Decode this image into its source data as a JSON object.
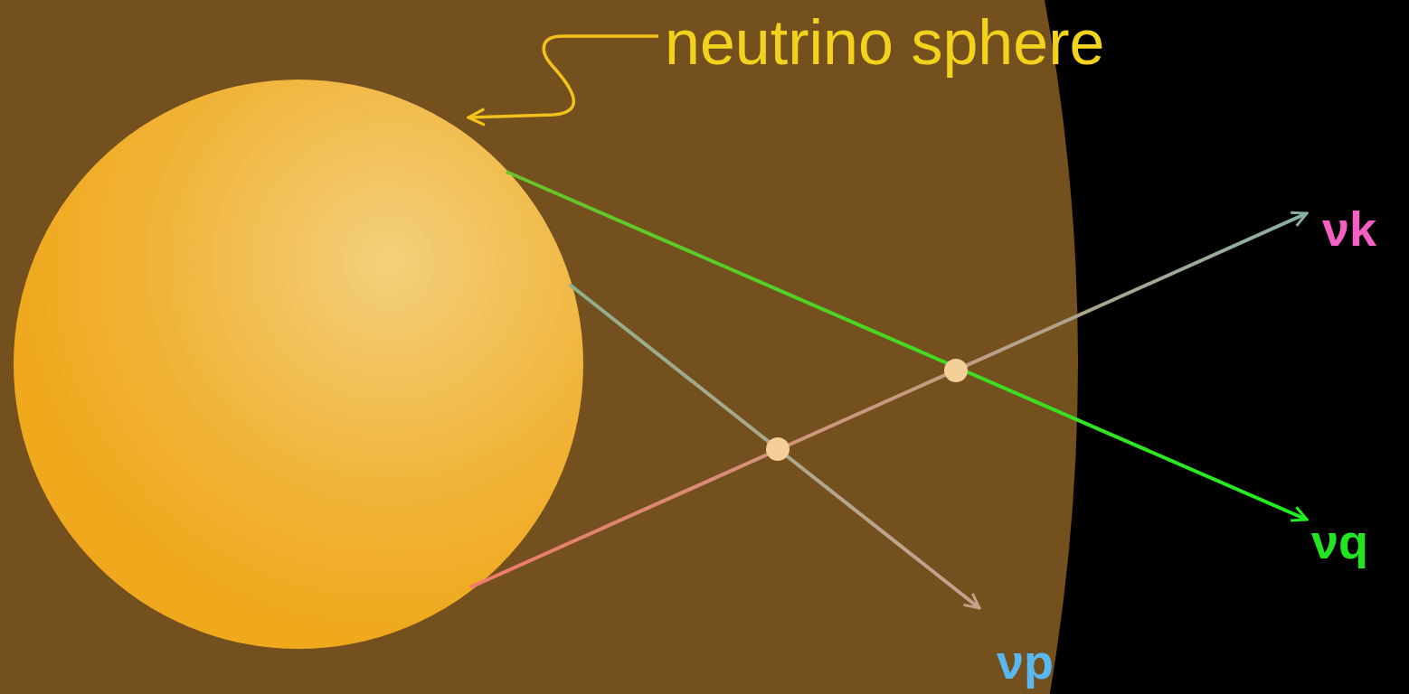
{
  "diagram": {
    "labels": [
      "neutrino sphere",
      "νk",
      "νq",
      "νp"
    ]
  }
}
